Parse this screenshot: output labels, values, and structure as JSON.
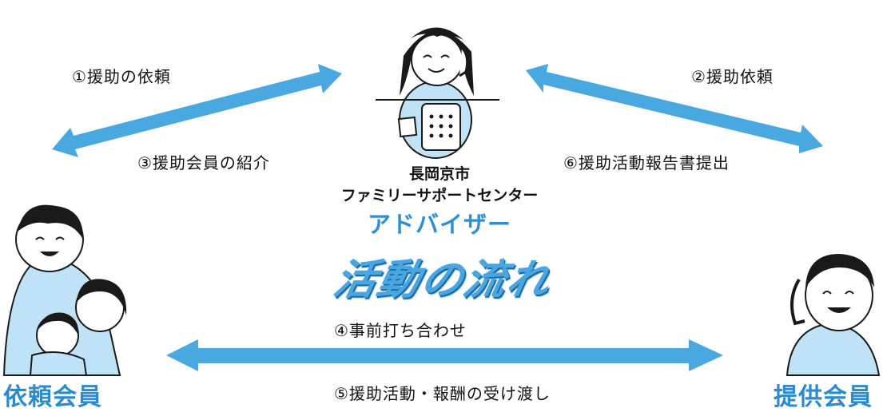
{
  "steps": {
    "s1": "①援助の依頼",
    "s2": "②援助依頼",
    "s3": "③援助会員の紹介",
    "s4": "④事前打ち合わせ",
    "s5": "⑤援助活動・報酬の受け渡し",
    "s6": "⑥援助活動報告書提出"
  },
  "center": {
    "line1": "長岡京市",
    "line2": "ファミリーサポートセンター",
    "role": "アドバイザー"
  },
  "title": "活動の流れ",
  "members": {
    "requester": "依頼会員",
    "provider": "提供会員"
  },
  "colors": {
    "arrow": "#4aa8e0",
    "accent": "#2b8ad0",
    "figure_fill": "#bfe2f6",
    "line": "#1a1a1a"
  }
}
